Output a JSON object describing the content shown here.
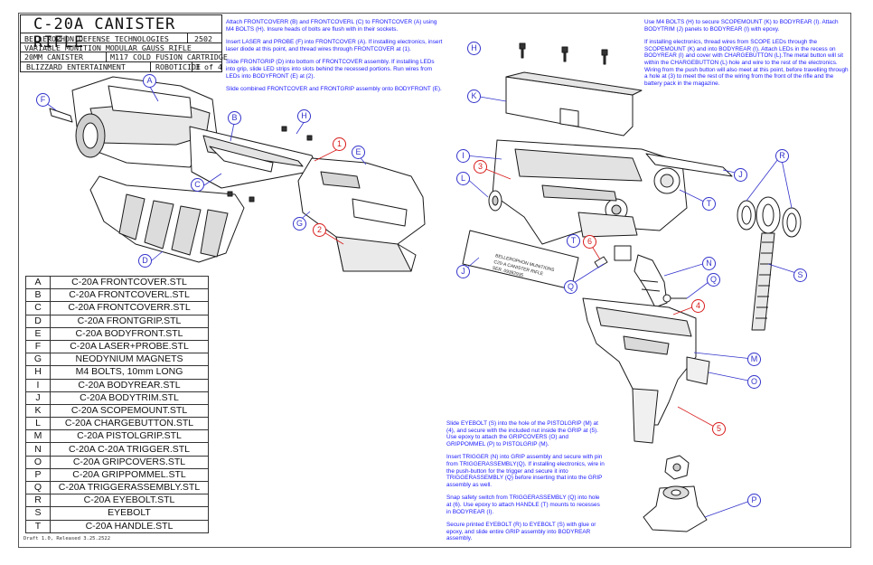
{
  "title_block": {
    "title": "C-20A CANISTER RIFLE",
    "manufacturer": "BELLEROPHON DEFENSE TECHNOLOGIES",
    "year": "2502",
    "description": "VARIABLE MUNITION MODULAR GAUSS RIFLE",
    "ammo_left": "20MM CANISTER",
    "ammo_right": "M117 COLD FUSION CARTRIDGE",
    "company": "BLIZZARD ENTERTAINMENT",
    "series": "ROBOTICIDE",
    "page": "3 of 4"
  },
  "parts_table": [
    {
      "letter": "A",
      "name": "C-20A FRONTCOVER.STL"
    },
    {
      "letter": "B",
      "name": "C-20A FRONTCOVERL.STL"
    },
    {
      "letter": "C",
      "name": "C-20A FRONTCOVERR.STL"
    },
    {
      "letter": "D",
      "name": "C-20A FRONTGRIP.STL"
    },
    {
      "letter": "E",
      "name": "C-20A BODYFRONT.STL"
    },
    {
      "letter": "F",
      "name": "C-20A LASER+PROBE.STL"
    },
    {
      "letter": "G",
      "name": "NEODYNIUM MAGNETS"
    },
    {
      "letter": "H",
      "name": "M4 BOLTS, 10mm LONG"
    },
    {
      "letter": "I",
      "name": "C-20A BODYREAR.STL"
    },
    {
      "letter": "J",
      "name": "C-20A BODYTRIM.STL"
    },
    {
      "letter": "K",
      "name": "C-20A SCOPEMOUNT.STL"
    },
    {
      "letter": "L",
      "name": "C-20A CHARGEBUTTON.STL"
    },
    {
      "letter": "M",
      "name": "C-20A PISTOLGRIP.STL"
    },
    {
      "letter": "N",
      "name": "C-20A C-20A TRIGGER.STL"
    },
    {
      "letter": "O",
      "name": "C-20A GRIPCOVERS.STL"
    },
    {
      "letter": "P",
      "name": "C-20A GRIPPOMMEL.STL"
    },
    {
      "letter": "Q",
      "name": "C-20A TRIGGERASSEMBLY.STL"
    },
    {
      "letter": "R",
      "name": "C-20A EYEBOLT.STL"
    },
    {
      "letter": "S",
      "name": "EYEBOLT"
    },
    {
      "letter": "T",
      "name": "C-20A HANDLE.STL"
    }
  ],
  "instructions_top_left": [
    "Attach FRONTCOVERR (B) and FRONTCOVERL (C) to FRONTCOVER (A) using M4 BOLTS (H).  Insure heads of bolts are flush with in their sockets.",
    "Insert LASER and PROBE (F) into FRONTCOVER (A).  If installing electronics, insert laser diode at this point, and thread wires through FRONTCOVER at (1).",
    "Slide FRONTGRIP (D) into bottom of FRONTCOVER assembly.  If installing LEDs into grip, slide LED strips into slots behind the recessed portions.  Run wires from LEDs into BODYFRONT (E) at (2).",
    "Slide combined FRONTCOVER and FRONTGRIP assembly onto BODYFRONT (E)."
  ],
  "instructions_top_right": [
    "Use M4 BOLTS (H) to secure SCOPEMOUNT (K) to BODYREAR (I).  Attach BODYTRIM (J) panels to BODYREAR (I) with epoxy.",
    "If installing electronics, thread wires from SCOPE LEDs through the SCOPEMOUNT (K) and into BODYREAR (I).  Attach LEDs in the recess on BODYREAR (I) and cover with CHARGEBUTTON (L).The metal button will sit within the CHARGEBUTTON (L) hole and wire to the rest of the electronics.  Wiring from the push button will also meet at this point, before travelling through a hole at (3) to meet the rest of the wiring from the front of the rifle and the battery pack in the magazine."
  ],
  "instructions_bottom": [
    "Slide EYEBOLT (S) into the hole of the PISTOLGRIP (M) at (4), and secure with the included nut inside the GRIP at (5).  Use epoxy to attach the GRIPCOVERS (O) and GRIPPOMMEL (P) to PISTOLGRIP (M).",
    "Insert TRIGGER (N) into GRIP assembly and secure with pin from TRIGGERASSEMBLY(Q).  If installing electronics, wire in the push-button for the trigger and secure it into TRIGGERASSEMBLY (Q) before inserting that into the GRIP assembly as well.",
    "Snap safety switch from TRIGGERASSEMBLY (Q) into hole at (6).  Use epoxy to attach HANDLE (T) mounts to recesses in BODYREAR (I).",
    "Secure printed EYEBOLT (R) to EYEBOLT (S) with glue or epoxy, and slide entire GRIP assembly into BODYREAR assembly."
  ],
  "trim_plate_text": [
    "BELLEROPHON MUNITIONS",
    "C20-A CANISTER RIFLE",
    "SER. 09382935"
  ],
  "footer": "Draft 1.0, Released 3.25.2522",
  "colors": {
    "callout_letter": "#3333cc",
    "callout_number": "#d81b1b",
    "instruction_text": "#1a1aff",
    "line_art": "#1a1a1a"
  }
}
